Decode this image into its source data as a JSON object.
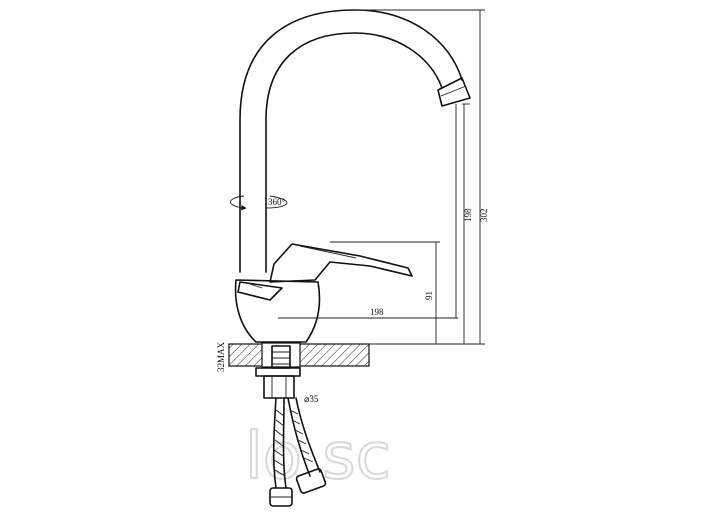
{
  "dimensions": {
    "rotation": "360°",
    "spout_reach": "198",
    "spout_height": "198",
    "total_height": "302",
    "handle_height": "91",
    "counter_thickness": "32MAX",
    "hole_diameter": "⌀35"
  },
  "watermark": "lo sc"
}
